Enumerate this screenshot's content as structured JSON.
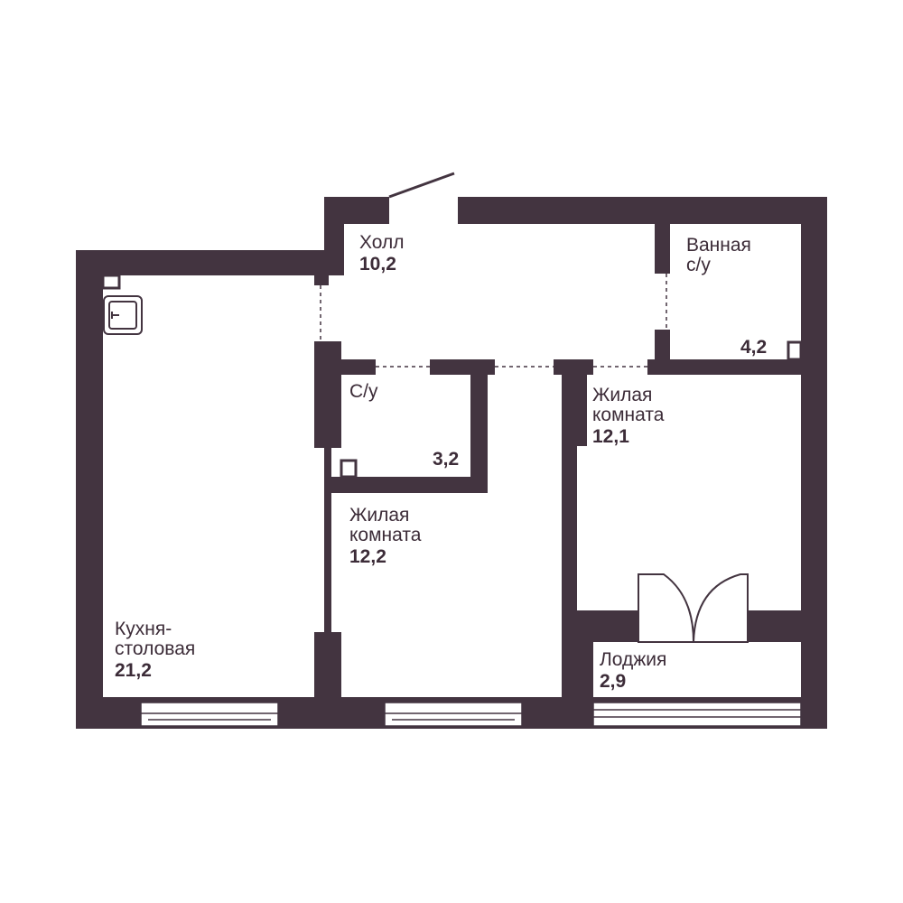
{
  "colors": {
    "wall": "#433440",
    "text": "#3c2c38",
    "background": "#ffffff"
  },
  "rooms": {
    "hall": {
      "name": "Холл",
      "area": "10,2"
    },
    "bath": {
      "name": "Ванная\nс/у",
      "area": "4,2"
    },
    "wc": {
      "name": "С/у",
      "area": "3,2"
    },
    "living_right": {
      "name": "Жилая\nкомната",
      "area": "12,1"
    },
    "living_mid": {
      "name": "Жилая\nкомната",
      "area": "12,2"
    },
    "kitchen": {
      "name": "Кухня-\nстоловая",
      "area": "21,2"
    },
    "loggia": {
      "name": "Лоджия",
      "area": "2,9"
    }
  }
}
